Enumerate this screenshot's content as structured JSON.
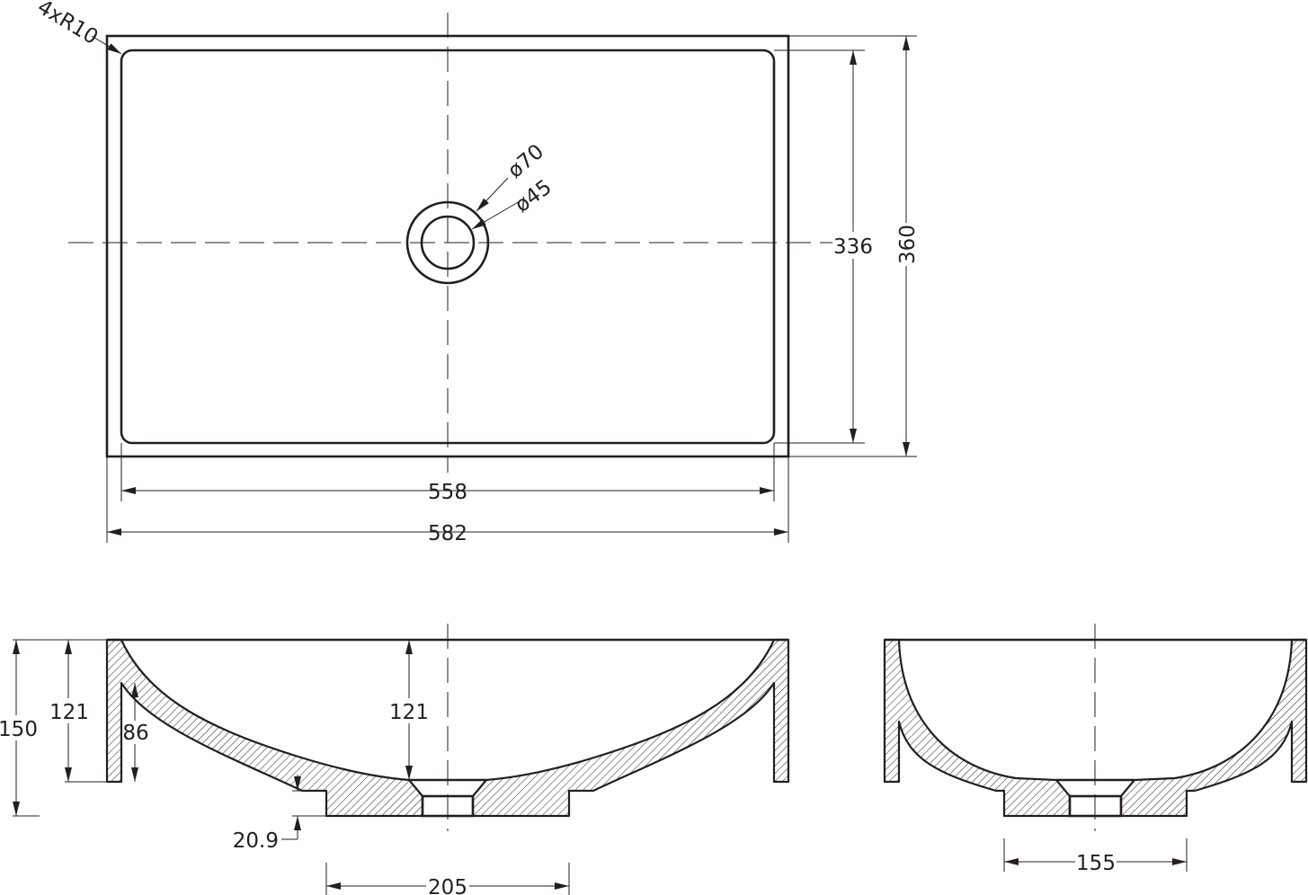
{
  "drawing": {
    "stroke_color": "#231f20",
    "background_color": "#ffffff",
    "top_view": {
      "corner_radius_label": "4xR10",
      "outer_hole_label": "ø70",
      "inner_hole_label": "ø45",
      "inner_width_label": "558",
      "outer_width_label": "582",
      "inner_depth_label": "336",
      "outer_depth_label": "360"
    },
    "front_section": {
      "total_height_label": "150",
      "outer_height_label": "121",
      "inner_leg_label": "86",
      "center_depth_label": "121",
      "bottom_thickness_label": "20.9",
      "base_width_label": "205"
    },
    "side_section": {
      "base_width_label": "155"
    }
  }
}
